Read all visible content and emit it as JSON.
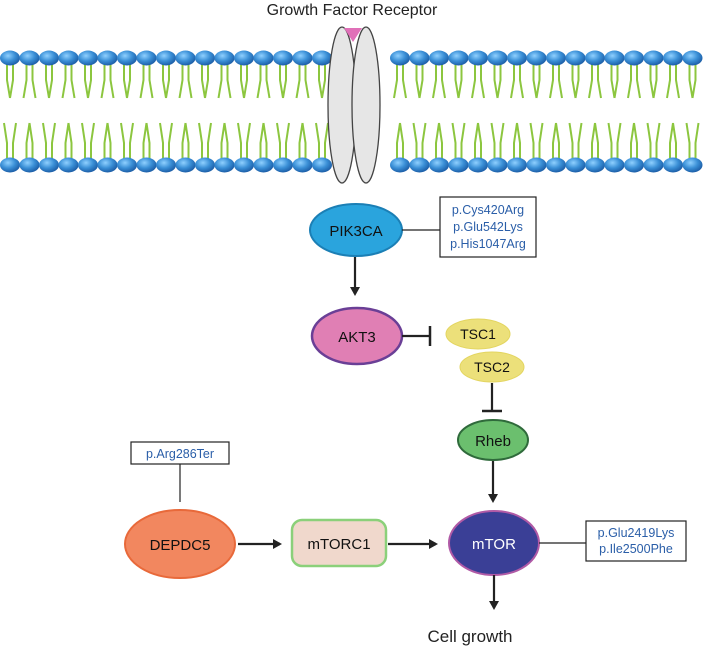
{
  "receptor": {
    "label": "Growth Factor Receptor"
  },
  "nodes": {
    "pik3ca": "PIK3CA",
    "akt3": "AKT3",
    "tsc1": "TSC1",
    "tsc2": "TSC2",
    "rheb": "Rheb",
    "mtor": "mTOR",
    "depdc5": "DEPDC5",
    "mtorc1": "mTORC1"
  },
  "mutations": {
    "pik3ca": [
      "p.Cys420Arg",
      "p.Glu542Lys",
      "p.His1047Arg"
    ],
    "depdc5": [
      "p.Arg286Ter"
    ],
    "mtor": [
      "p.Glu2419Lys",
      "p.Ile2500Phe"
    ]
  },
  "outcome": "Cell growth",
  "colors": {
    "pik3ca": "#2aa4dd",
    "akt3": "#e07fb4",
    "tsc": "#ece07a",
    "rheb": "#6bbf6e",
    "mtor": "#3a3f96",
    "depdc5": "#f2875f",
    "mtorc1": "#f0d8cc",
    "mutation_text": "#2a5ea8",
    "lipid_head": "#3a8fd6",
    "lipid_tail": "#8cc63f",
    "receptor": "#e6e6e6",
    "ligand": "#e070b8"
  }
}
